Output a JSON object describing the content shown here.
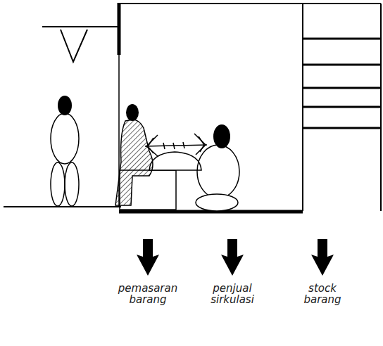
{
  "diagram": {
    "labels": [
      "pemasaran barang",
      "penjual sirkulasi",
      "stock barang"
    ]
  }
}
